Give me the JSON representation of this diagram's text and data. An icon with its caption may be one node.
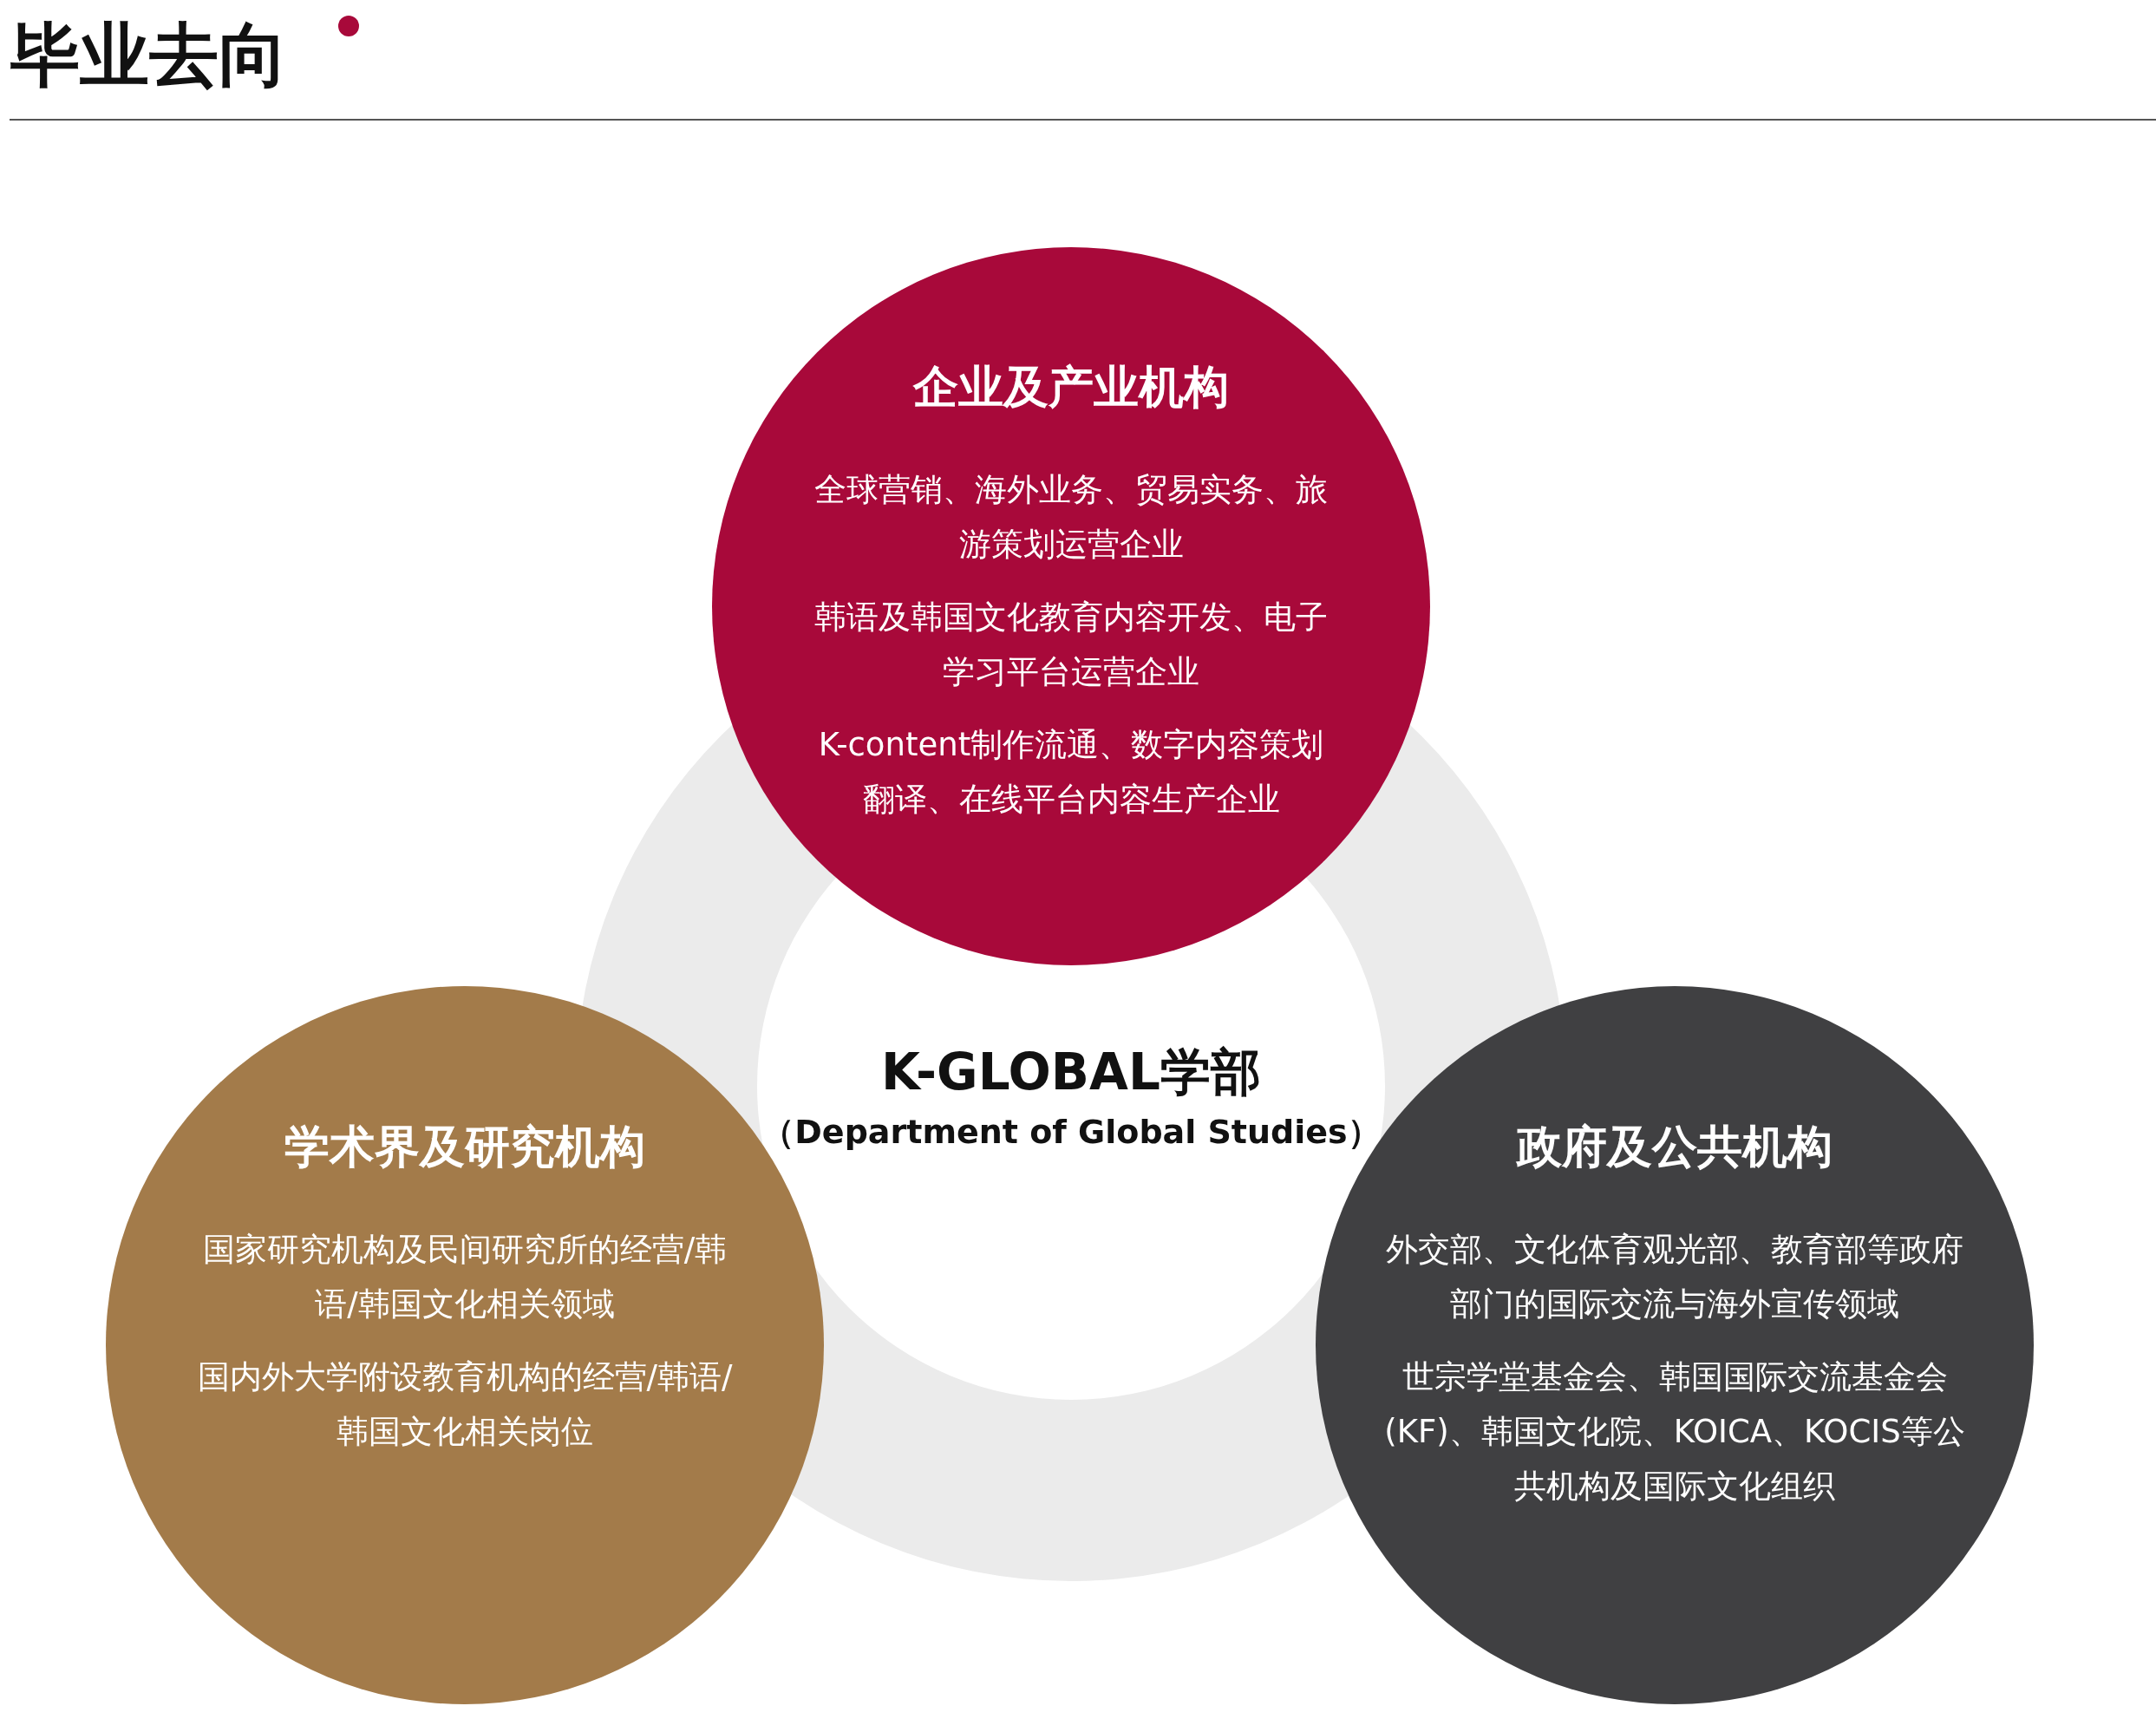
{
  "diagram": {
    "title": "毕业去向",
    "nodes": [
      {
        "text": [
          "K-GLOBAL学部",
          "（Department of Global Studies）"
        ]
      },
      {
        "text": [
          "企业及产业机构",
          "全球营销、海外业务、贸易实务、旅游策划运营企业",
          "韩语及韩国文化教育内容开发、电子学习平台运营企业",
          "K-content制作流通、数字内容策划翻译、在线平台内容生产企业"
        ]
      },
      {
        "text": [
          "学术界及研究机构",
          "国家研究机构及民间研究所的经营/韩语/韩国文化相关领域",
          "国内外大学附设教育机构的经营/韩语/韩国文化相关岗位"
        ]
      },
      {
        "text": [
          "政府及公共机构",
          "外交部、文化体育观光部、教育部等政府部门的国际交流与海外宣传领域",
          "世宗学堂基金会、韩国国际交流基金会(KF)、韩国文化院、KOICA、KOCIS等公共机构及国际文化组织"
        ]
      }
    ],
    "edges": []
  }
}
